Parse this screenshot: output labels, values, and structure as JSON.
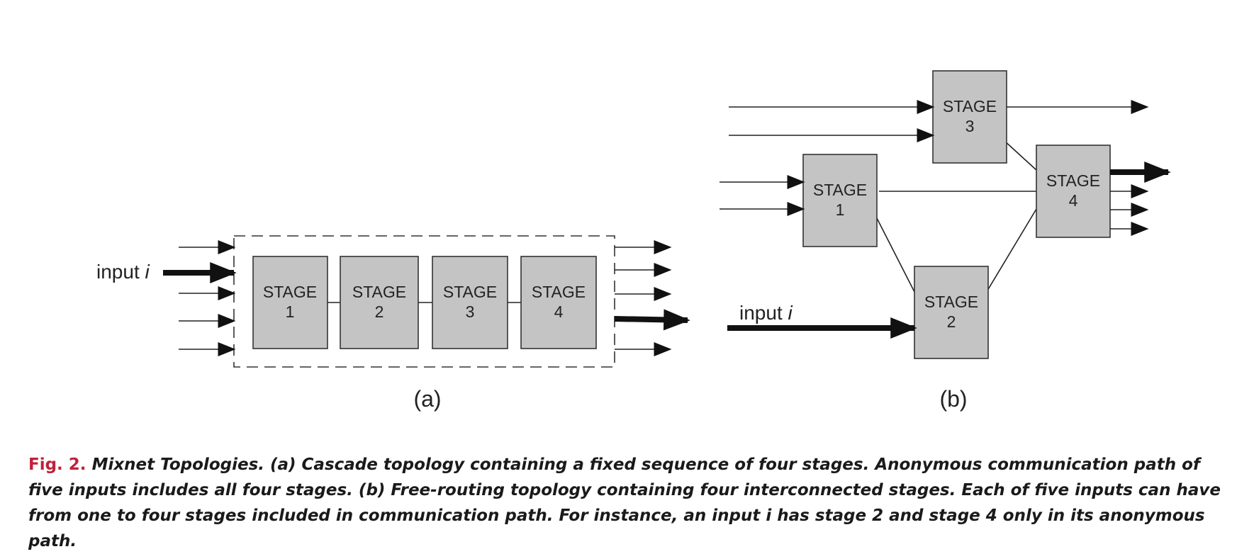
{
  "diagram": {
    "panel_a": {
      "stages": [
        {
          "line1": "STAGE",
          "line2": "1"
        },
        {
          "line1": "STAGE",
          "line2": "2"
        },
        {
          "line1": "STAGE",
          "line2": "3"
        },
        {
          "line1": "STAGE",
          "line2": "4"
        }
      ],
      "input_label": "input",
      "input_var": "i",
      "panel_label": "(a)"
    },
    "panel_b": {
      "stage1": {
        "line1": "STAGE",
        "line2": "1"
      },
      "stage2": {
        "line1": "STAGE",
        "line2": "2"
      },
      "stage3": {
        "line1": "STAGE",
        "line2": "3"
      },
      "stage4": {
        "line1": "STAGE",
        "line2": "4"
      },
      "input_label": "input",
      "input_var": "i",
      "panel_label": "(b)"
    }
  },
  "caption": {
    "fig_label": "Fig. 2.",
    "text": "Mixnet Topologies. (a) Cascade topology containing a fixed sequence of four stages. Anonymous communication path of five inputs includes all four stages. (b) Free-routing topology containing four interconnected stages. Each of five inputs can have from one to four stages included in communication path. For instance, an input i has stage 2 and stage 4 only in its anonymous path."
  },
  "colors": {
    "stage_fill": "#c4c4c4",
    "fig_label": "#c0213a"
  }
}
